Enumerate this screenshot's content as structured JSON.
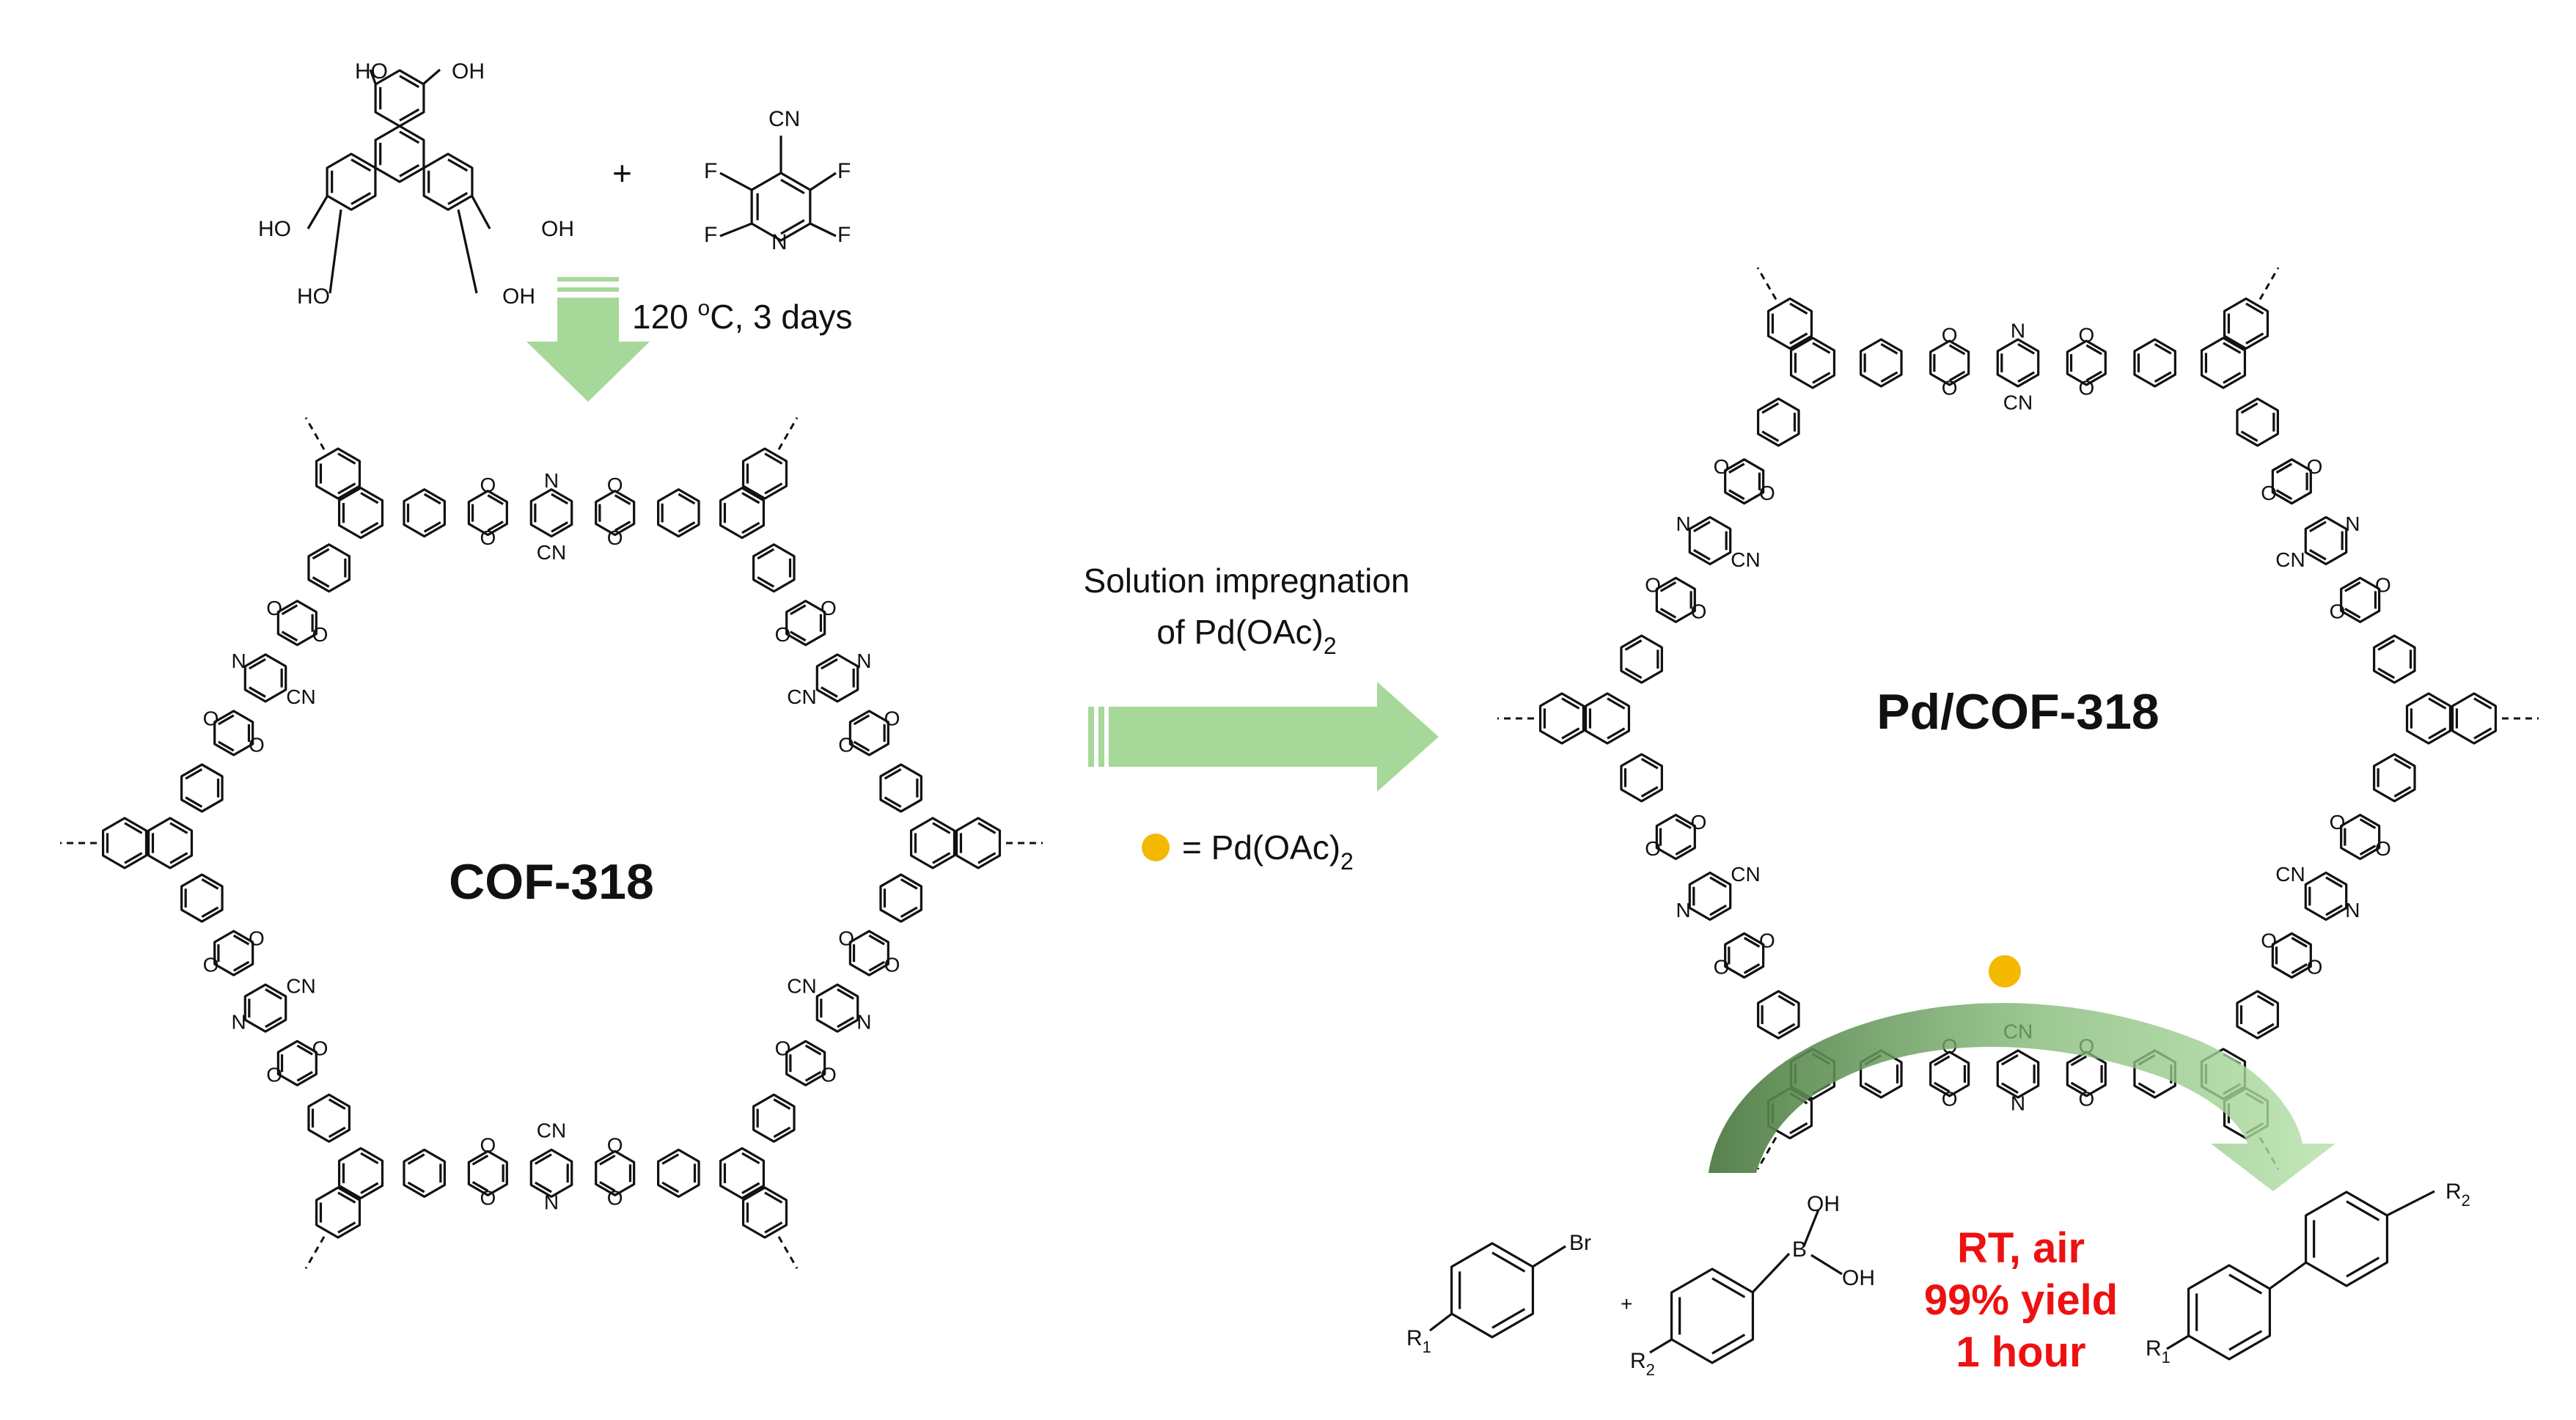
{
  "colors": {
    "arrow_green": "#a6d89a",
    "dark_green_arc": "#4e7a44",
    "pd_dot": "#f5b800",
    "aryl_blue": "#1a8fe0",
    "aryl_red": "#f47b7b",
    "conditions_red": "#ee1111"
  },
  "monomer_left": {
    "substituent_label": "HO",
    "substituent_label_right": "OH"
  },
  "plus_sign": "+",
  "monomer_right": {
    "cn_label": "CN",
    "f_label": "F",
    "n_label": "N"
  },
  "synthesis_condition": {
    "text": "120 ",
    "sup": "o",
    "text_after": "C, 3 days"
  },
  "cof_left": {
    "name": "COF-318",
    "cn_label": "CN",
    "o_label": "O",
    "n_label": "N"
  },
  "impregnation": {
    "line1": "Solution impregnation",
    "line2_prefix": "of Pd(OAc)",
    "line2_sub": "2"
  },
  "legend": {
    "equals_prefix": "= Pd(OAc)",
    "sub": "2"
  },
  "cof_right": {
    "name": "Pd/COF-318"
  },
  "reaction": {
    "br_label": "Br",
    "b_label": "B",
    "oh_label": "OH",
    "r_label": "R",
    "r1_sub": "1",
    "r2_sub": "2",
    "plus": "+",
    "conditions": [
      "RT, air",
      "99% yield",
      "1 hour"
    ]
  }
}
